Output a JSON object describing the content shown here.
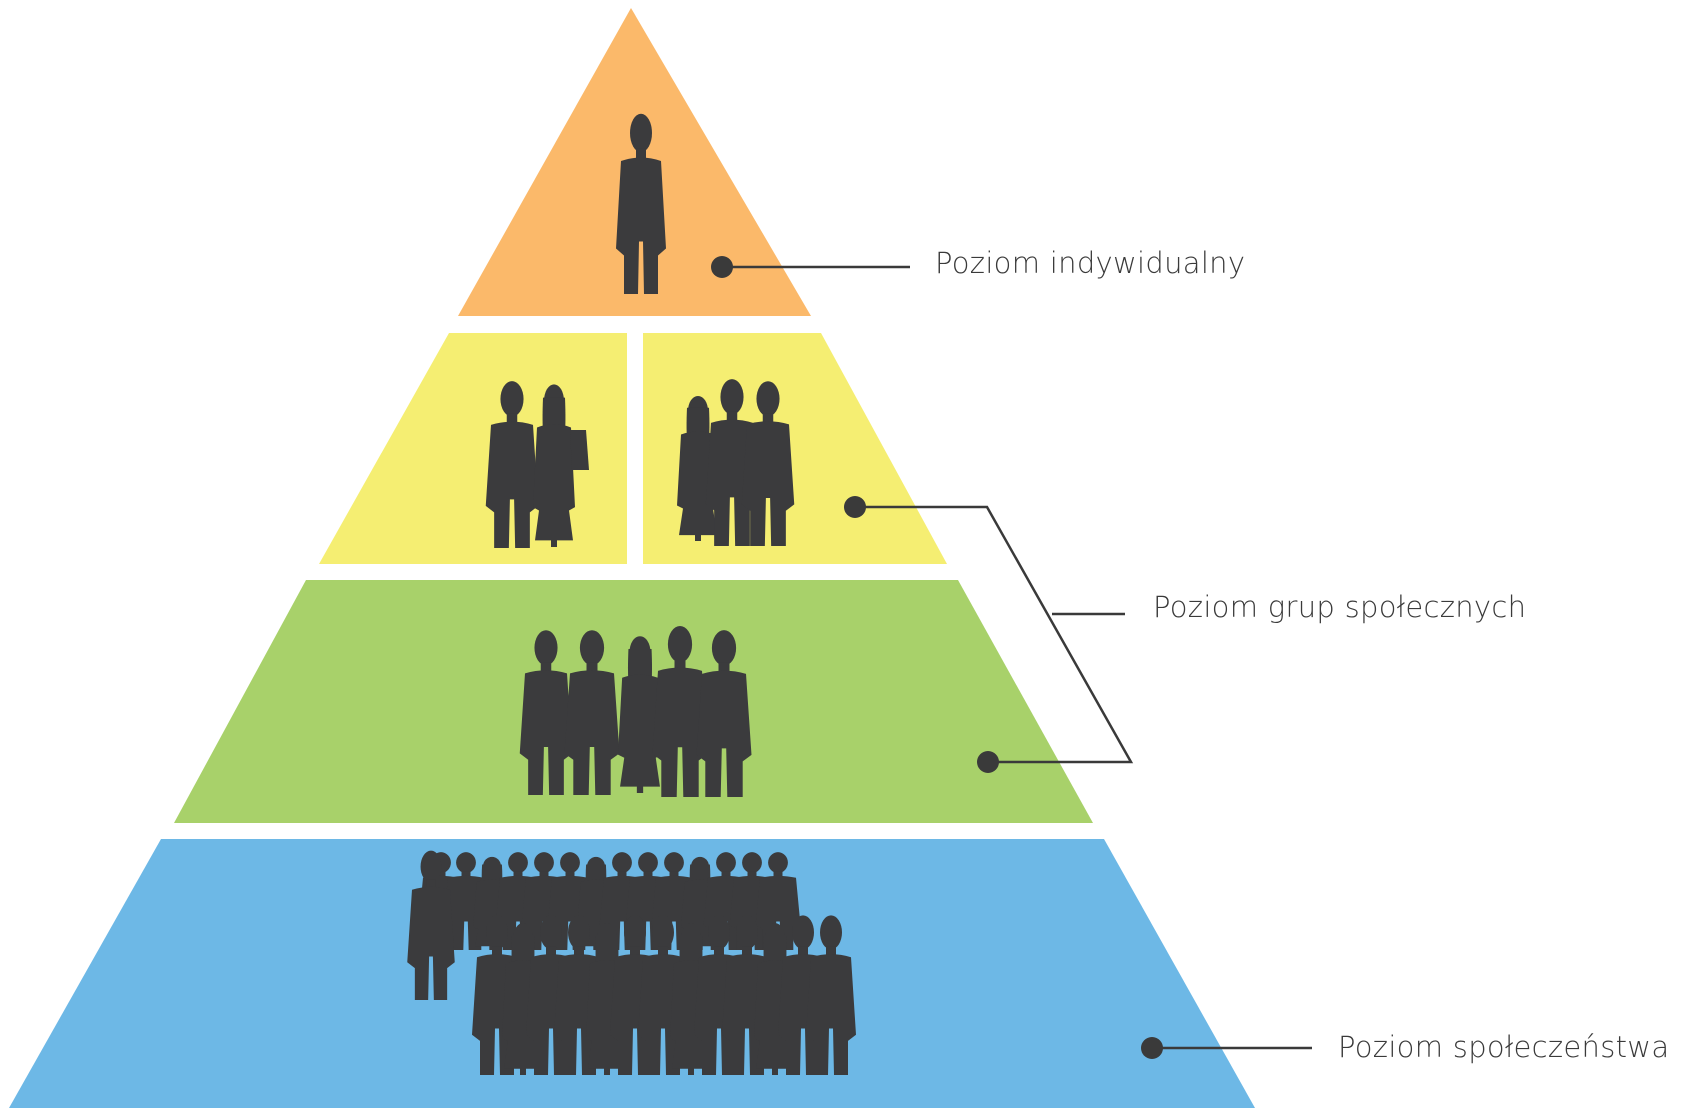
{
  "colors": {
    "top": "#fbb96a",
    "second": "#f5ee72",
    "third": "#a8d16a",
    "base": "#6db8e6",
    "silhouette": "#3b3b3d",
    "connector": "#3a3a3a",
    "background": "#ffffff"
  },
  "labels": {
    "individual": "Poziom indywidualny",
    "groups": "Poziom grup społecznych",
    "society": "Poziom społeczeństwa"
  },
  "levels": [
    {
      "name": "individual",
      "people": 1
    },
    {
      "name": "small-groups",
      "people": 5
    },
    {
      "name": "large-group",
      "people": 5
    },
    {
      "name": "society",
      "people": 30
    }
  ]
}
